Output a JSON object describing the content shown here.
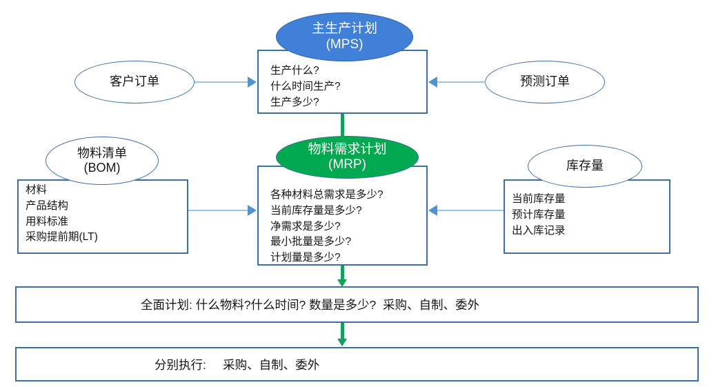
{
  "diagram": {
    "title_hidden": "MPS / MRP 计划流程图",
    "colors": {
      "mps_fill": "#4080d8",
      "mrp_fill": "#00a84f",
      "box_border": "#3d6e9e",
      "blue_arrow": "#4f93d4",
      "green_arrow": "#12a05a",
      "text": "#161616",
      "white_text": "#ffffff"
    },
    "nodes": {
      "customer_order": {
        "line1": "客户订单",
        "line2": ""
      },
      "forecast_order": {
        "line1": "预测订单",
        "line2": ""
      },
      "mps_ellipse": {
        "line1": "主生产计划",
        "line2": "(MPS)"
      },
      "mrp_ellipse": {
        "line1": "物料需求计划",
        "line2": "(MRP)"
      },
      "bom_ellipse": {
        "line1": "物料清单",
        "line2": "(BOM)"
      },
      "inventory_ellipse": {
        "line1": "库存量",
        "line2": ""
      }
    },
    "boxes": {
      "mps_box": {
        "lines": "生产什么?\n什么时间生产?\n生产多少?"
      },
      "mrp_box": {
        "lines": "各种材料总需求是多少?\n当前库存量是多少?\n净需求是多少?\n最小批量是多少?\n计划量是多少?"
      },
      "bom_box": {
        "lines": "材料\n产品结构\n用料标准\n采购提前期(LT)"
      },
      "inventory_box": {
        "lines": "当前库存量\n预计库存量\n出入库记录"
      }
    },
    "bars": {
      "overall_plan": "全面计划: 什么物料?什么时间? 数量是多少?  采购、自制、委外",
      "execute": "分别执行:     采购、自制、委外"
    }
  }
}
